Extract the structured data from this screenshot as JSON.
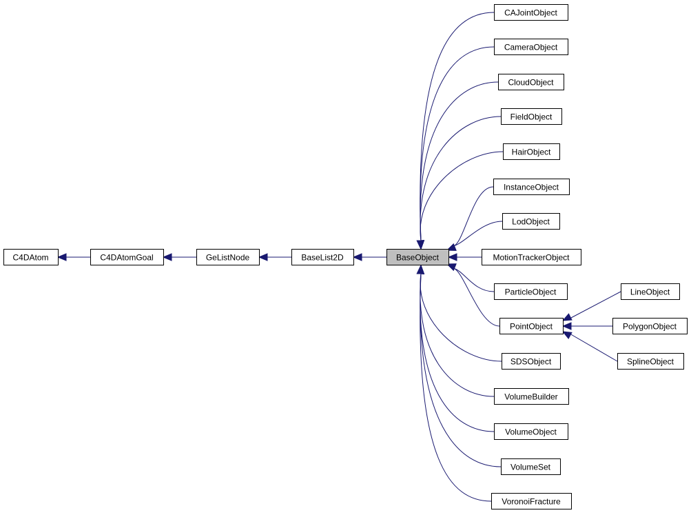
{
  "nodes": {
    "c4datom": "C4DAtom",
    "c4datomgoal": "C4DAtomGoal",
    "gelistnode": "GeListNode",
    "baselist2d": "BaseList2D",
    "baseobject": "BaseObject",
    "cajointobject": "CAJointObject",
    "cameraobject": "CameraObject",
    "cloudobject": "CloudObject",
    "fieldobject": "FieldObject",
    "hairobject": "HairObject",
    "instanceobject": "InstanceObject",
    "lodobject": "LodObject",
    "motiontrackerobject": "MotionTrackerObject",
    "particleobject": "ParticleObject",
    "pointobject": "PointObject",
    "sdsobject": "SDSObject",
    "volumebuilder": "VolumeBuilder",
    "volumeobject": "VolumeObject",
    "volumeset": "VolumeSet",
    "voronoifracture": "VoronoiFracture",
    "lineobject": "LineObject",
    "polygonobject": "PolygonObject",
    "splineobject": "SplineObject"
  },
  "highlighted_node": "baseobject",
  "colors": {
    "edge": "#191970",
    "highlight_fill": "#bfbfbf",
    "node_fill": "#ffffff",
    "node_border": "#000000"
  }
}
